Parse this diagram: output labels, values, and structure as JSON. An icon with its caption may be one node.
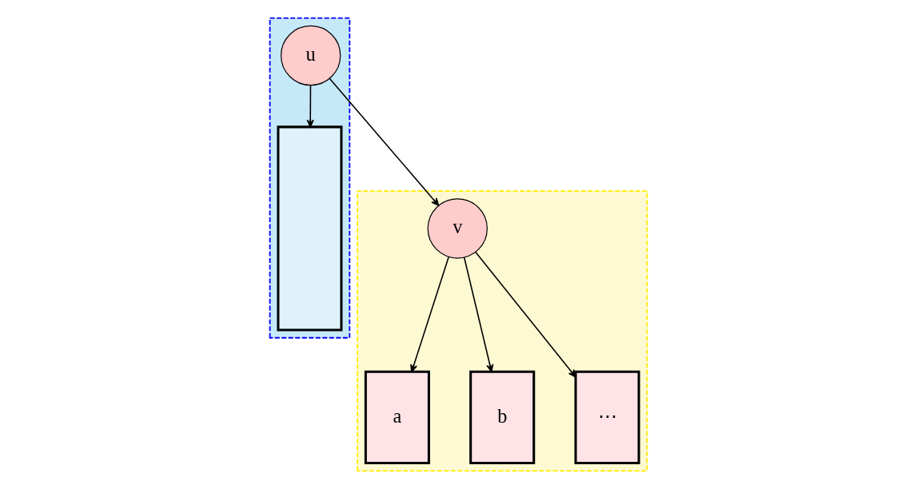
{
  "diagram": {
    "nodes": [
      {
        "text": [],
        "shape": "box"
      },
      {
        "text": [
          "u"
        ],
        "in": 0
      },
      {
        "text": [],
        "shape": "box",
        "in": 0
      },
      {
        "text": [],
        "shape": "box"
      },
      {
        "text": [
          "v"
        ],
        "in": 3
      },
      {
        "text": [
          "a"
        ],
        "in": 3
      },
      {
        "text": [
          "b"
        ],
        "in": 3
      },
      {
        "text": [
          "⋯"
        ],
        "in": 3
      }
    ],
    "edges": [
      {
        "from": 1,
        "to": 2,
        "arrow": "to"
      },
      {
        "from": 1,
        "to": 4,
        "arrow": "to"
      },
      {
        "from": 4,
        "to": 5,
        "arrow": "to"
      },
      {
        "from": 4,
        "to": 6,
        "arrow": "to"
      },
      {
        "from": 4,
        "to": 7,
        "arrow": "to"
      }
    ]
  }
}
